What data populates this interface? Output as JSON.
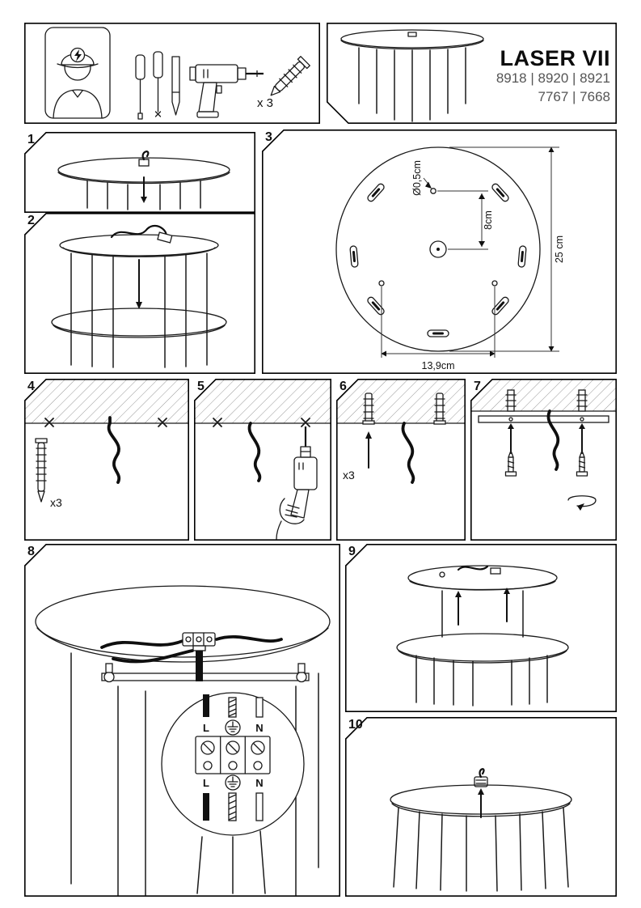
{
  "header": {
    "title": "LASER VII",
    "models": [
      "8918 | 8920 | 8921",
      "7767 | 7668"
    ]
  },
  "tools": {
    "plug_count": "x 3",
    "items": [
      "worker-icon",
      "screwdrivers-icon",
      "drill-icon",
      "wall-plug-icon"
    ]
  },
  "steps": {
    "n1": "1",
    "n2": "2",
    "n3": "3",
    "n4": "4",
    "n5": "5",
    "n6": "6",
    "n7": "7",
    "n8": "8",
    "n9": "9",
    "n10": "10"
  },
  "step3": {
    "hole_diameter": "Ø0,5cm",
    "center_offset": "8cm",
    "plate_diameter": "25 cm",
    "hole_spacing": "13,9cm"
  },
  "step4": {
    "plug_count": "x3"
  },
  "step6": {
    "plug_count": "x3"
  },
  "step8": {
    "terminal_top": {
      "live": "L",
      "neutral": "N"
    },
    "terminal_bottom": {
      "live": "L",
      "neutral": "N"
    }
  },
  "colors": {
    "ink": "#1a1a1a",
    "muted_text": "#555555",
    "background": "#ffffff"
  }
}
